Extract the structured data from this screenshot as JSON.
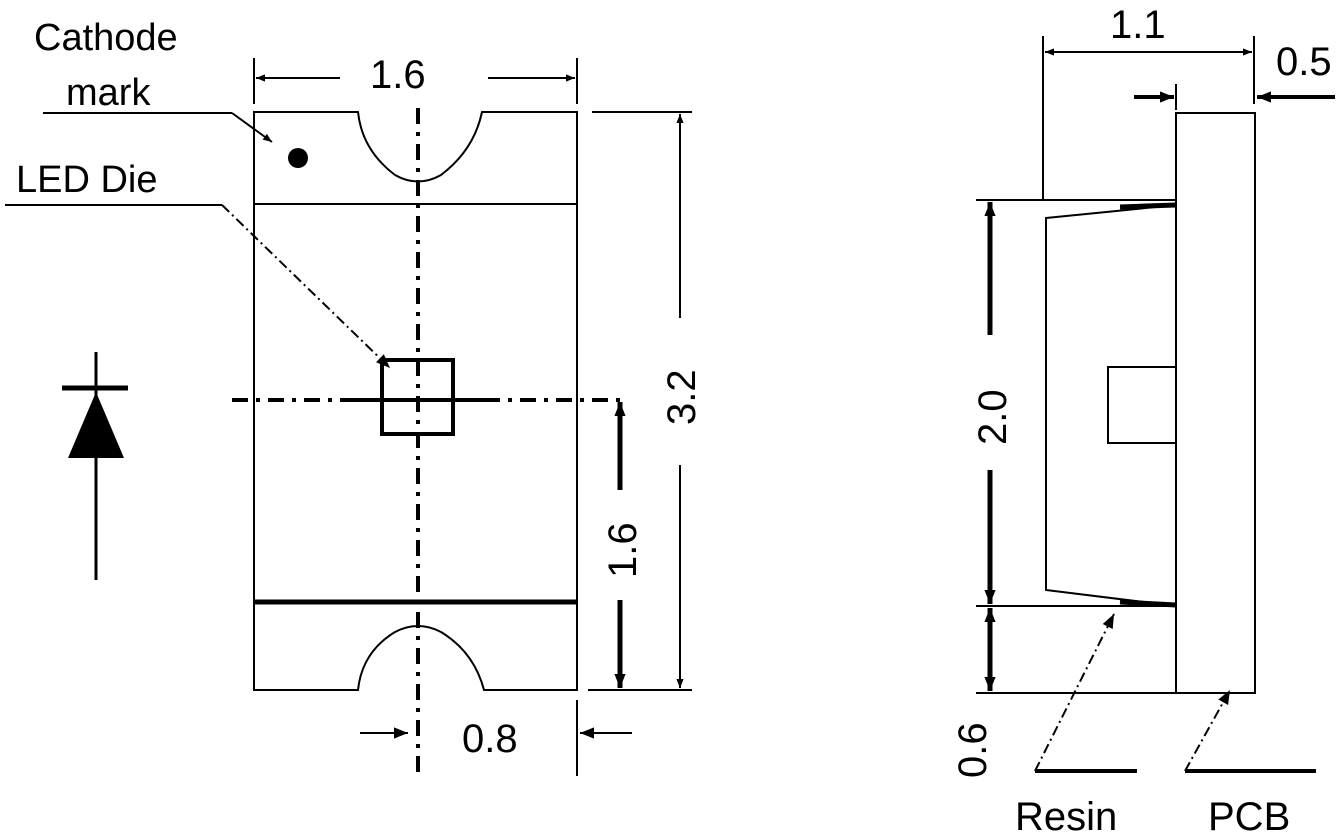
{
  "labels": {
    "cathode_mark_line1": "Cathode",
    "cathode_mark_line2": "mark",
    "led_die": "LED Die",
    "resin": "Resin",
    "pcb": "PCB"
  },
  "dimensions": {
    "top_width": "1.6",
    "total_height": "3.2",
    "die_offset": "1.6",
    "bottom_width": "0.8",
    "side_depth": "1.1",
    "pcb_thickness": "0.5",
    "resin_height": "2.0",
    "base_height": "0.6"
  }
}
